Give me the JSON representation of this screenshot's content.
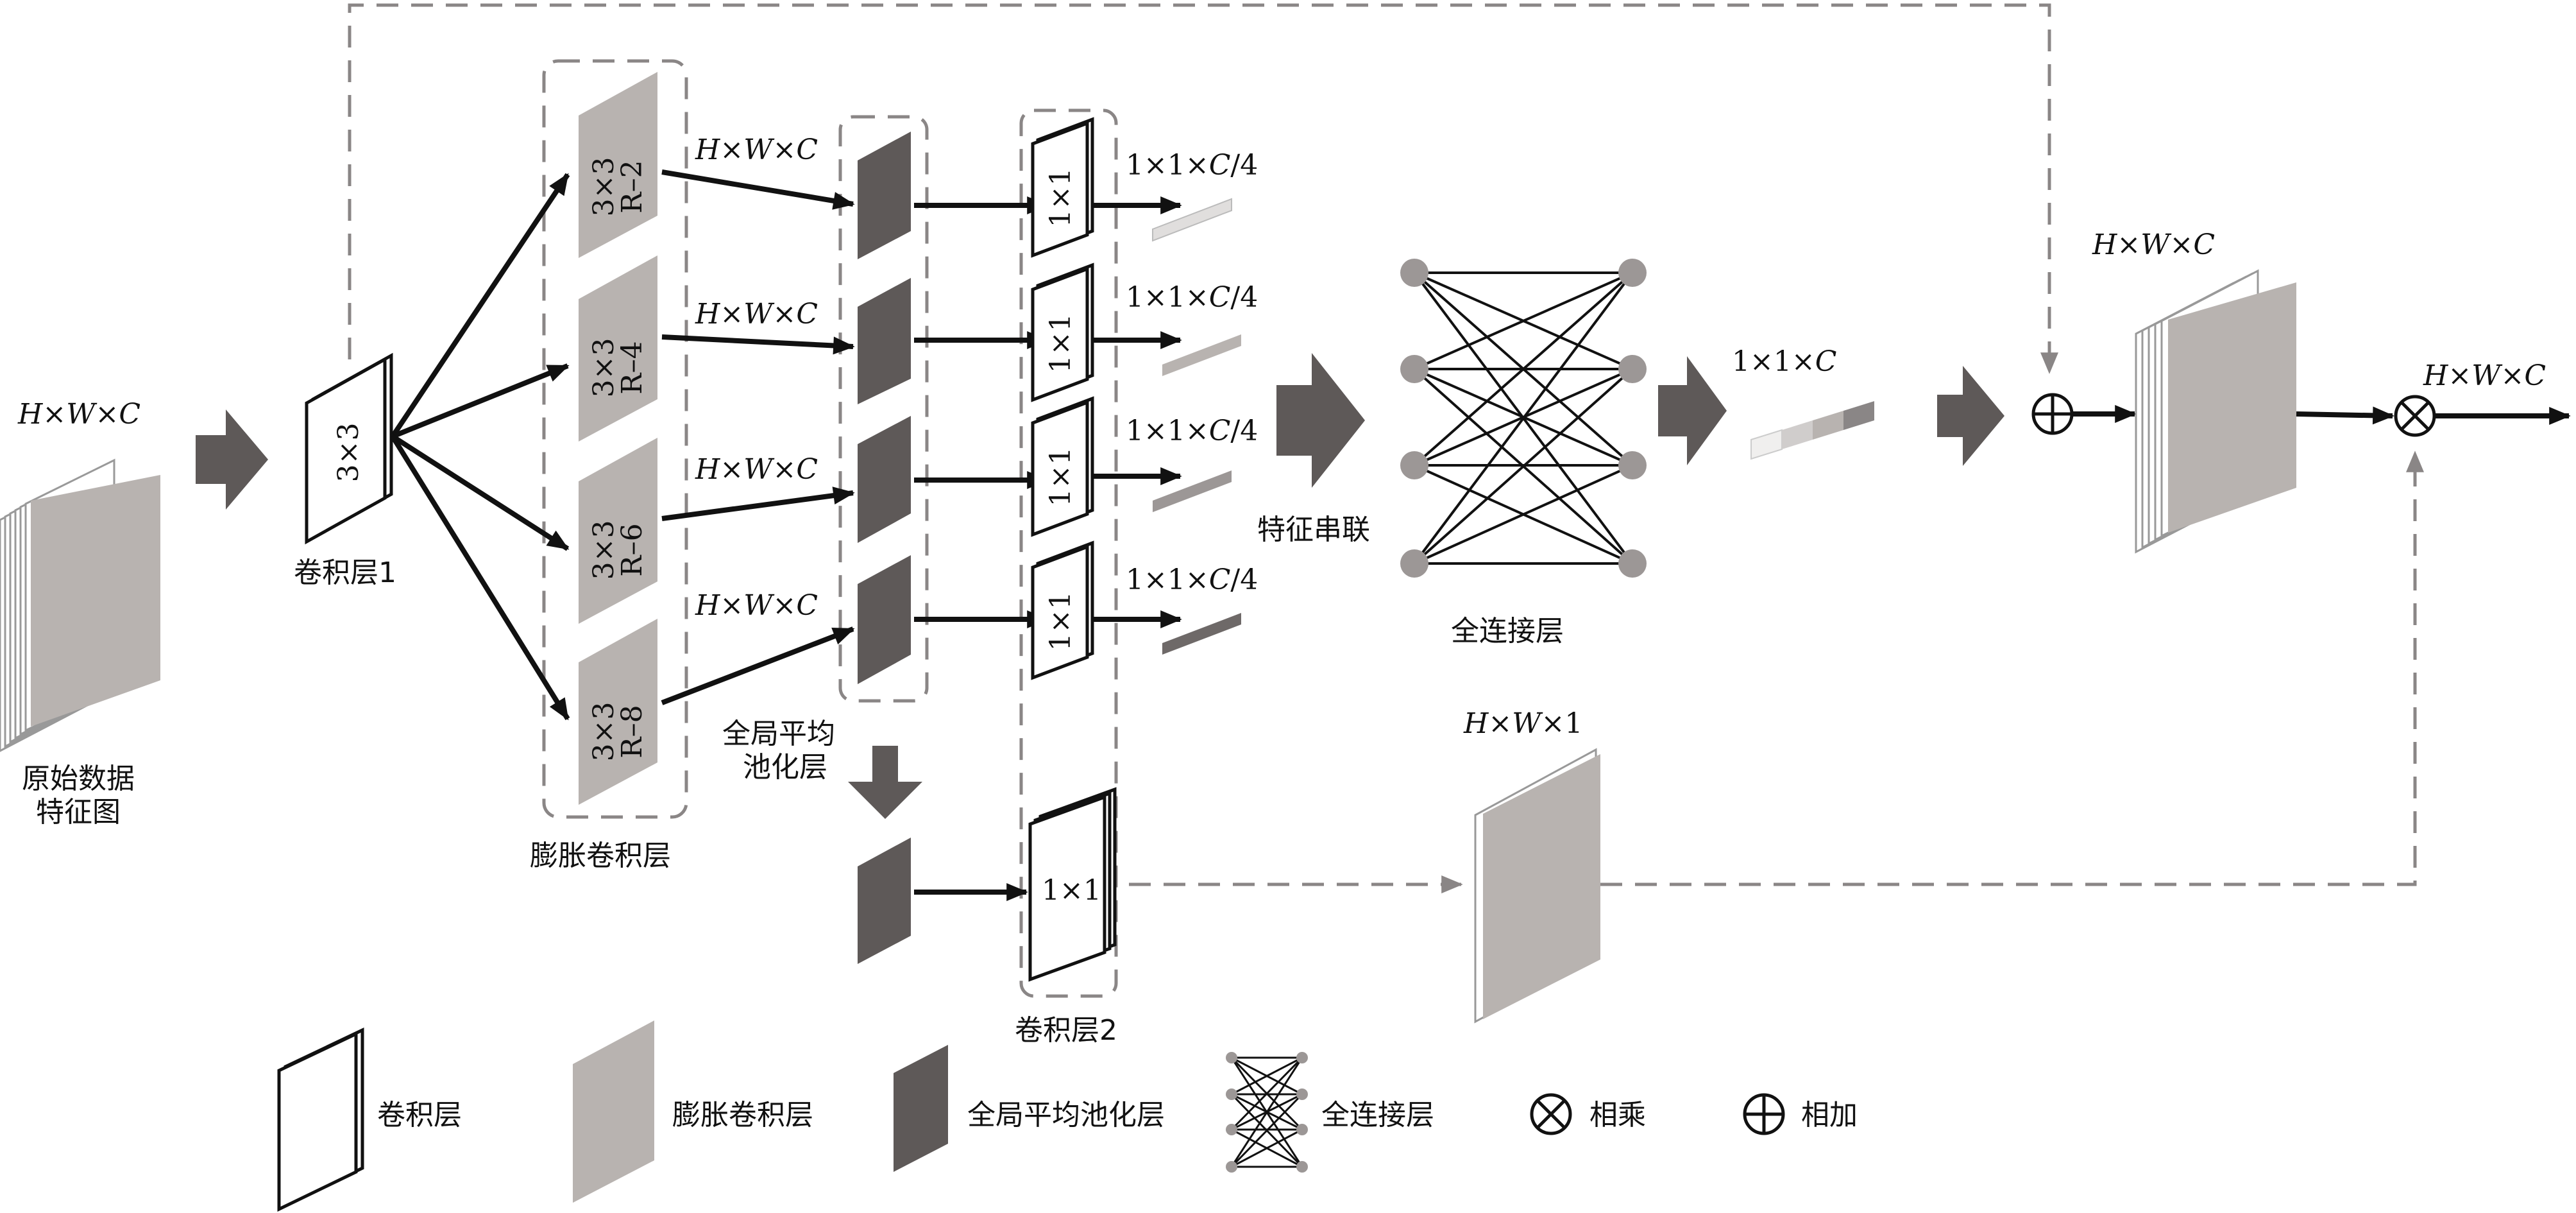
{
  "labels": {
    "input_dims": "H×W×C",
    "input_caption_line1": "原始数据",
    "input_caption_line2": "特征图",
    "conv1_kernel": "3×3",
    "conv1_caption": "卷积层1",
    "dilated_blocks": [
      {
        "kernel": "3×3",
        "rate": "R–2"
      },
      {
        "kernel": "3×3",
        "rate": "R–4"
      },
      {
        "kernel": "3×3",
        "rate": "R–6"
      },
      {
        "kernel": "3×3",
        "rate": "R–8"
      }
    ],
    "dilated_caption": "膨胀卷积层",
    "branch_dims": [
      "H×W×C",
      "H×W×C",
      "H×W×C",
      "H×W×C"
    ],
    "gap_caption_line1": "全局平均",
    "gap_caption_line2": "池化层",
    "conv1x1_kernels": [
      "1×1",
      "1×1",
      "1×1",
      "1×1"
    ],
    "reduced_dims": [
      "1×1×C/4",
      "1×1×C/4",
      "1×1×C/4",
      "1×1×C/4"
    ],
    "conv2_kernel": "1×1",
    "conv2_caption": "卷积层2",
    "concat_caption": "特征串联",
    "fc_caption": "全连接层",
    "fc_output_dims": "1×1×C",
    "stack_dims": "H×W×C",
    "spatial_map_dims": "H×W×1",
    "output_dims": "H×W×C"
  },
  "legend": {
    "conv": "卷积层",
    "dilated": "膨胀卷积层",
    "gap": "全局平均池化层",
    "fc": "全连接层",
    "multiply": "相乘",
    "add": "相加"
  },
  "colors": {
    "dilated_fill": "#b8b3b0",
    "gap_fill": "#5e5958",
    "big_arrow": "#5e5958",
    "dashed": "#8a8686",
    "fc_node": "#9c9796"
  }
}
